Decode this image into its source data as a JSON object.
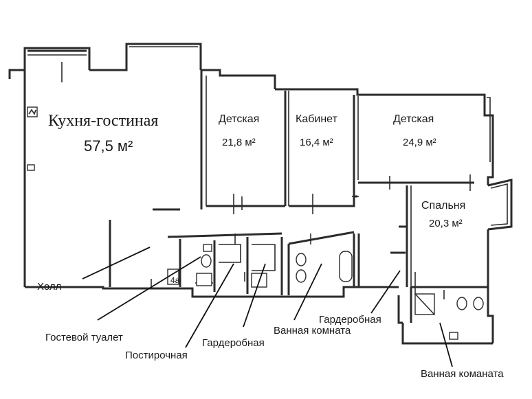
{
  "rooms": {
    "kitchen_living": {
      "name": "Кухня-гостиная",
      "area": "57,5 м²"
    },
    "kids_room_1": {
      "name": "Детская",
      "area": "21,8 м²"
    },
    "study": {
      "name": "Кабинет",
      "area": "16,4 м²"
    },
    "kids_room_2": {
      "name": "Детская",
      "area": "24,9 м²"
    },
    "bedroom": {
      "name": "Спальня",
      "area": "20,3 м²"
    },
    "small_room_tag": "4a"
  },
  "callouts": {
    "hall": "Холл",
    "guest_toilet": "Гостевой туалет",
    "laundry": "Постирочная",
    "wardrobe_1": "Гардеробная",
    "bathroom_1": "Ванная комната",
    "wardrobe_2": "Гардеробная",
    "bathroom_2": "Ванная команата"
  }
}
